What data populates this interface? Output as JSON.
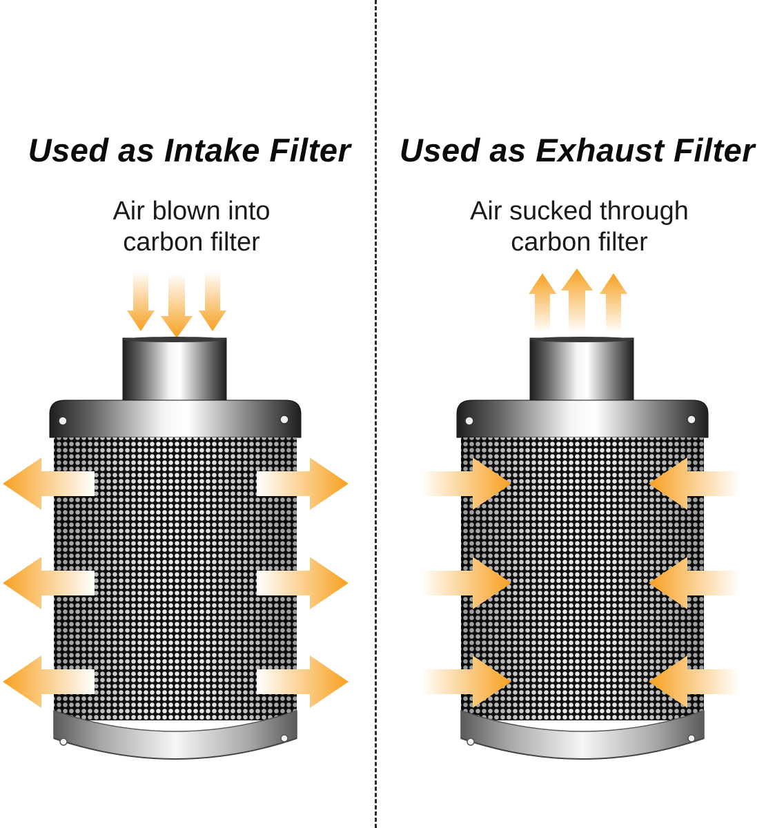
{
  "left_panel": {
    "title": "Used as Intake Filter",
    "subtitle_line1": "Air blown into",
    "subtitle_line2": "carbon filter",
    "airflow": "into filter, out through mesh"
  },
  "right_panel": {
    "title": "Used as Exhaust Filter",
    "subtitle_line1": "Air sucked through",
    "subtitle_line2": "carbon filter",
    "airflow": "in through mesh, out of filter"
  },
  "colors": {
    "arrow": "#f7a020",
    "arrow_fade": "#ffffff",
    "mesh_bg": "#1a1a1a",
    "metal_dark": "#2b2b2b",
    "metal_light": "#f2f2f2",
    "divider": "#2a2a2a"
  }
}
